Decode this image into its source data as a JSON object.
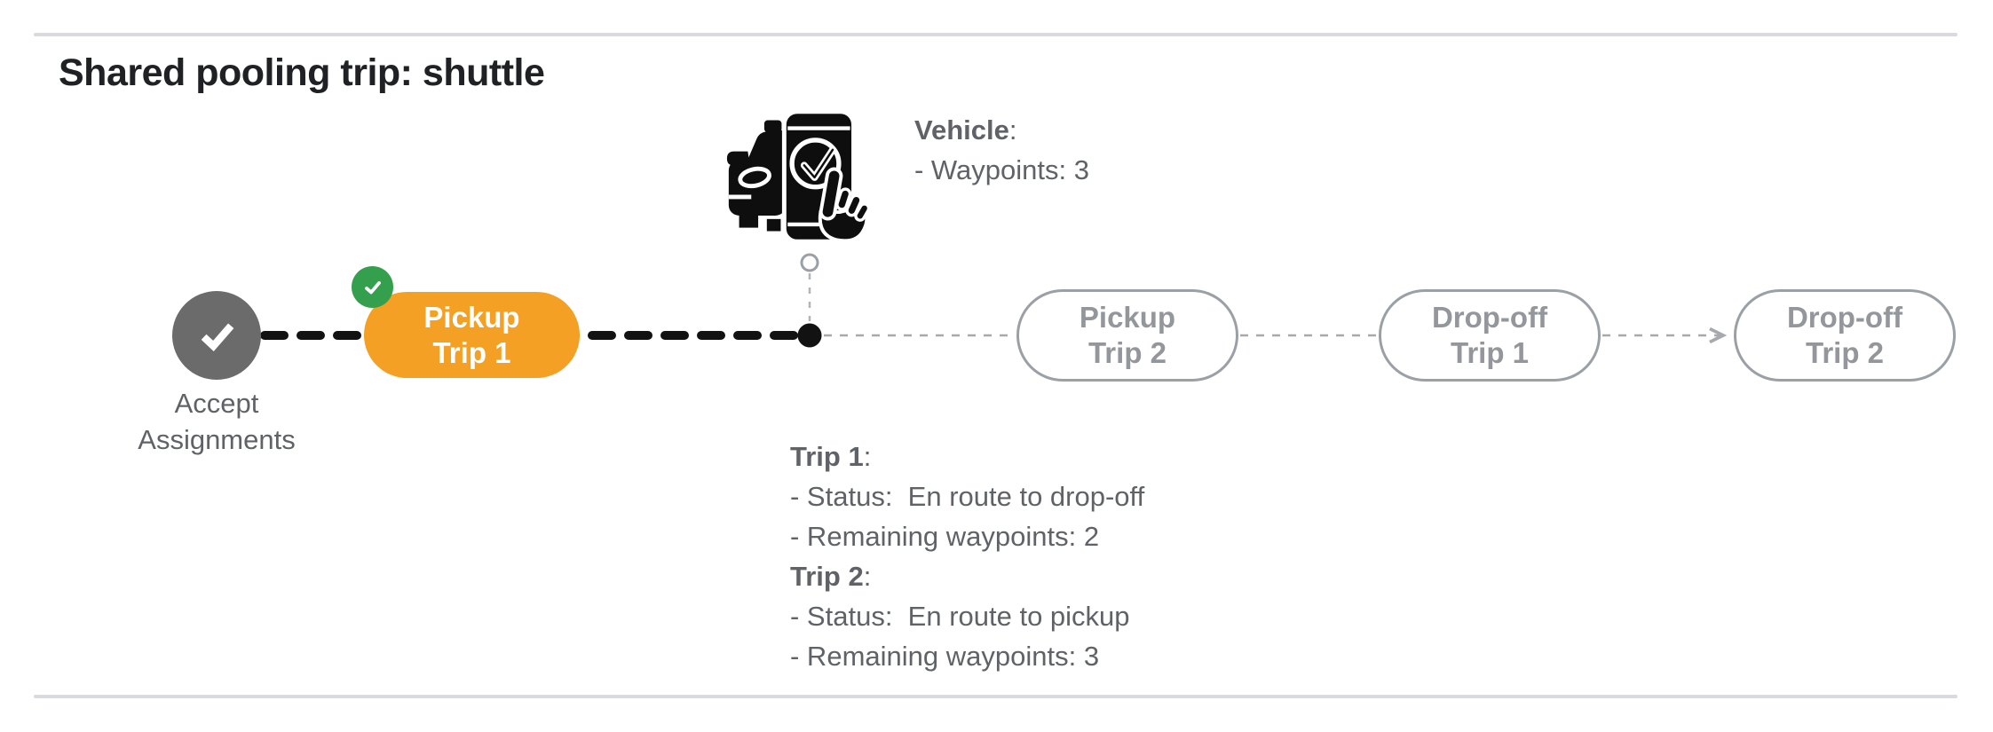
{
  "title": "Shared pooling trip: shuttle",
  "colors": {
    "orange": "#F4A024",
    "green": "#34A04E",
    "gray_node": "#6B6B6B",
    "outline_gray": "#9AA0A6",
    "pill_text": "#93979B",
    "text_gray": "#5F6368",
    "title_text": "#202124",
    "divider": "#D8DADD",
    "connector_gray": "#A6A9AD",
    "ink": "#121212"
  },
  "timeline": {
    "nodes": [
      {
        "id": "accept-assignments",
        "label": "Accept\nAssignments",
        "state": "completed"
      },
      {
        "id": "pickup-trip-1",
        "label": "Pickup\nTrip 1",
        "state": "current"
      },
      {
        "id": "pickup-trip-2",
        "label": "Pickup\nTrip 2",
        "state": "upcoming"
      },
      {
        "id": "dropoff-trip-1",
        "label": "Drop-off\nTrip 1",
        "state": "upcoming"
      },
      {
        "id": "dropoff-trip-2",
        "label": "Drop-off\nTrip 2",
        "state": "upcoming"
      }
    ]
  },
  "vehicle": {
    "name": "Vehicle",
    "suffix": ":",
    "lines": [
      "- Waypoints: 3"
    ]
  },
  "trip_details": {
    "trips": [
      {
        "name": "Trip 1",
        "suffix": ":",
        "lines": [
          "- Status:  En route to drop-off",
          "- Remaining waypoints: 2"
        ]
      },
      {
        "name": "Trip 2",
        "suffix": ":",
        "lines": [
          "- Status:  En route to pickup",
          "- Remaining waypoints: 3"
        ]
      }
    ]
  },
  "icons": {
    "gray_node": "check-icon",
    "badge": "check-badge-icon",
    "marker": "vehicle-phone-check-icon"
  }
}
